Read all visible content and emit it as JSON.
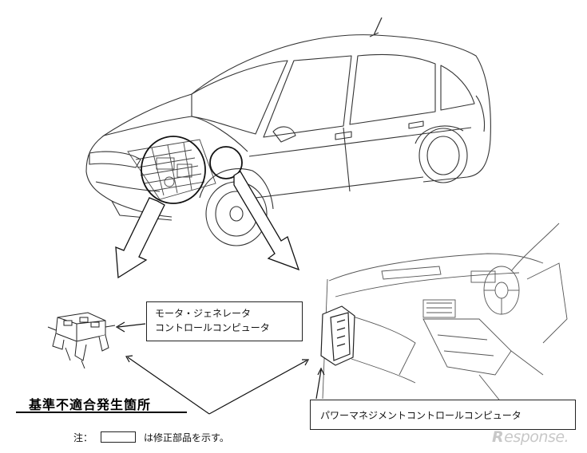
{
  "labels": {
    "motor_generator_line1": "モータ・ジェネレータ",
    "motor_generator_line2": "コントロールコンピュータ",
    "power_management": "パワーマネジメントコントロールコンピュータ"
  },
  "heading": "基準不適合発生箇所",
  "note": {
    "prefix": "注：",
    "suffix": "は修正部品を示す。"
  },
  "watermark": {
    "mark": "R",
    "text": "esponse."
  },
  "colors": {
    "line": "#333333",
    "ink": "#111111",
    "watermark": "#c8c8c8"
  }
}
